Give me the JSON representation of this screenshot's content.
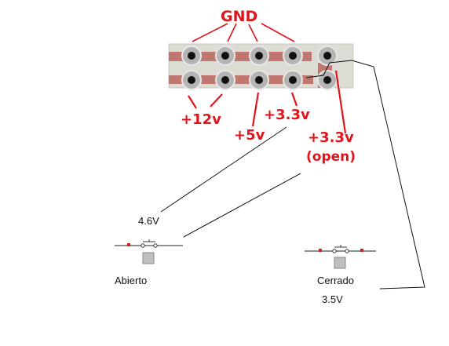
{
  "labels": {
    "gnd": "GND",
    "plus12": "+12v",
    "plus5": "+5v",
    "plus33": "+3.3v",
    "plus33_open_line1": "+3.3v",
    "plus33_open_line2": "(open)",
    "voltage_left": "4.6V",
    "voltage_right": "3.5V",
    "switch_left": "Abierto",
    "switch_right": "Cerrado"
  },
  "colors": {
    "label_red": "#e0141b",
    "board": "#dcdcd4",
    "trace": "#c0776f",
    "pin_outer": "#b4b4b4",
    "pin_inner": "#111111",
    "wire": "#111111",
    "switch_button": "#bfbfbf",
    "switch_terminal": "#cc2222"
  },
  "connector": {
    "rows": 2,
    "columns": 5
  }
}
